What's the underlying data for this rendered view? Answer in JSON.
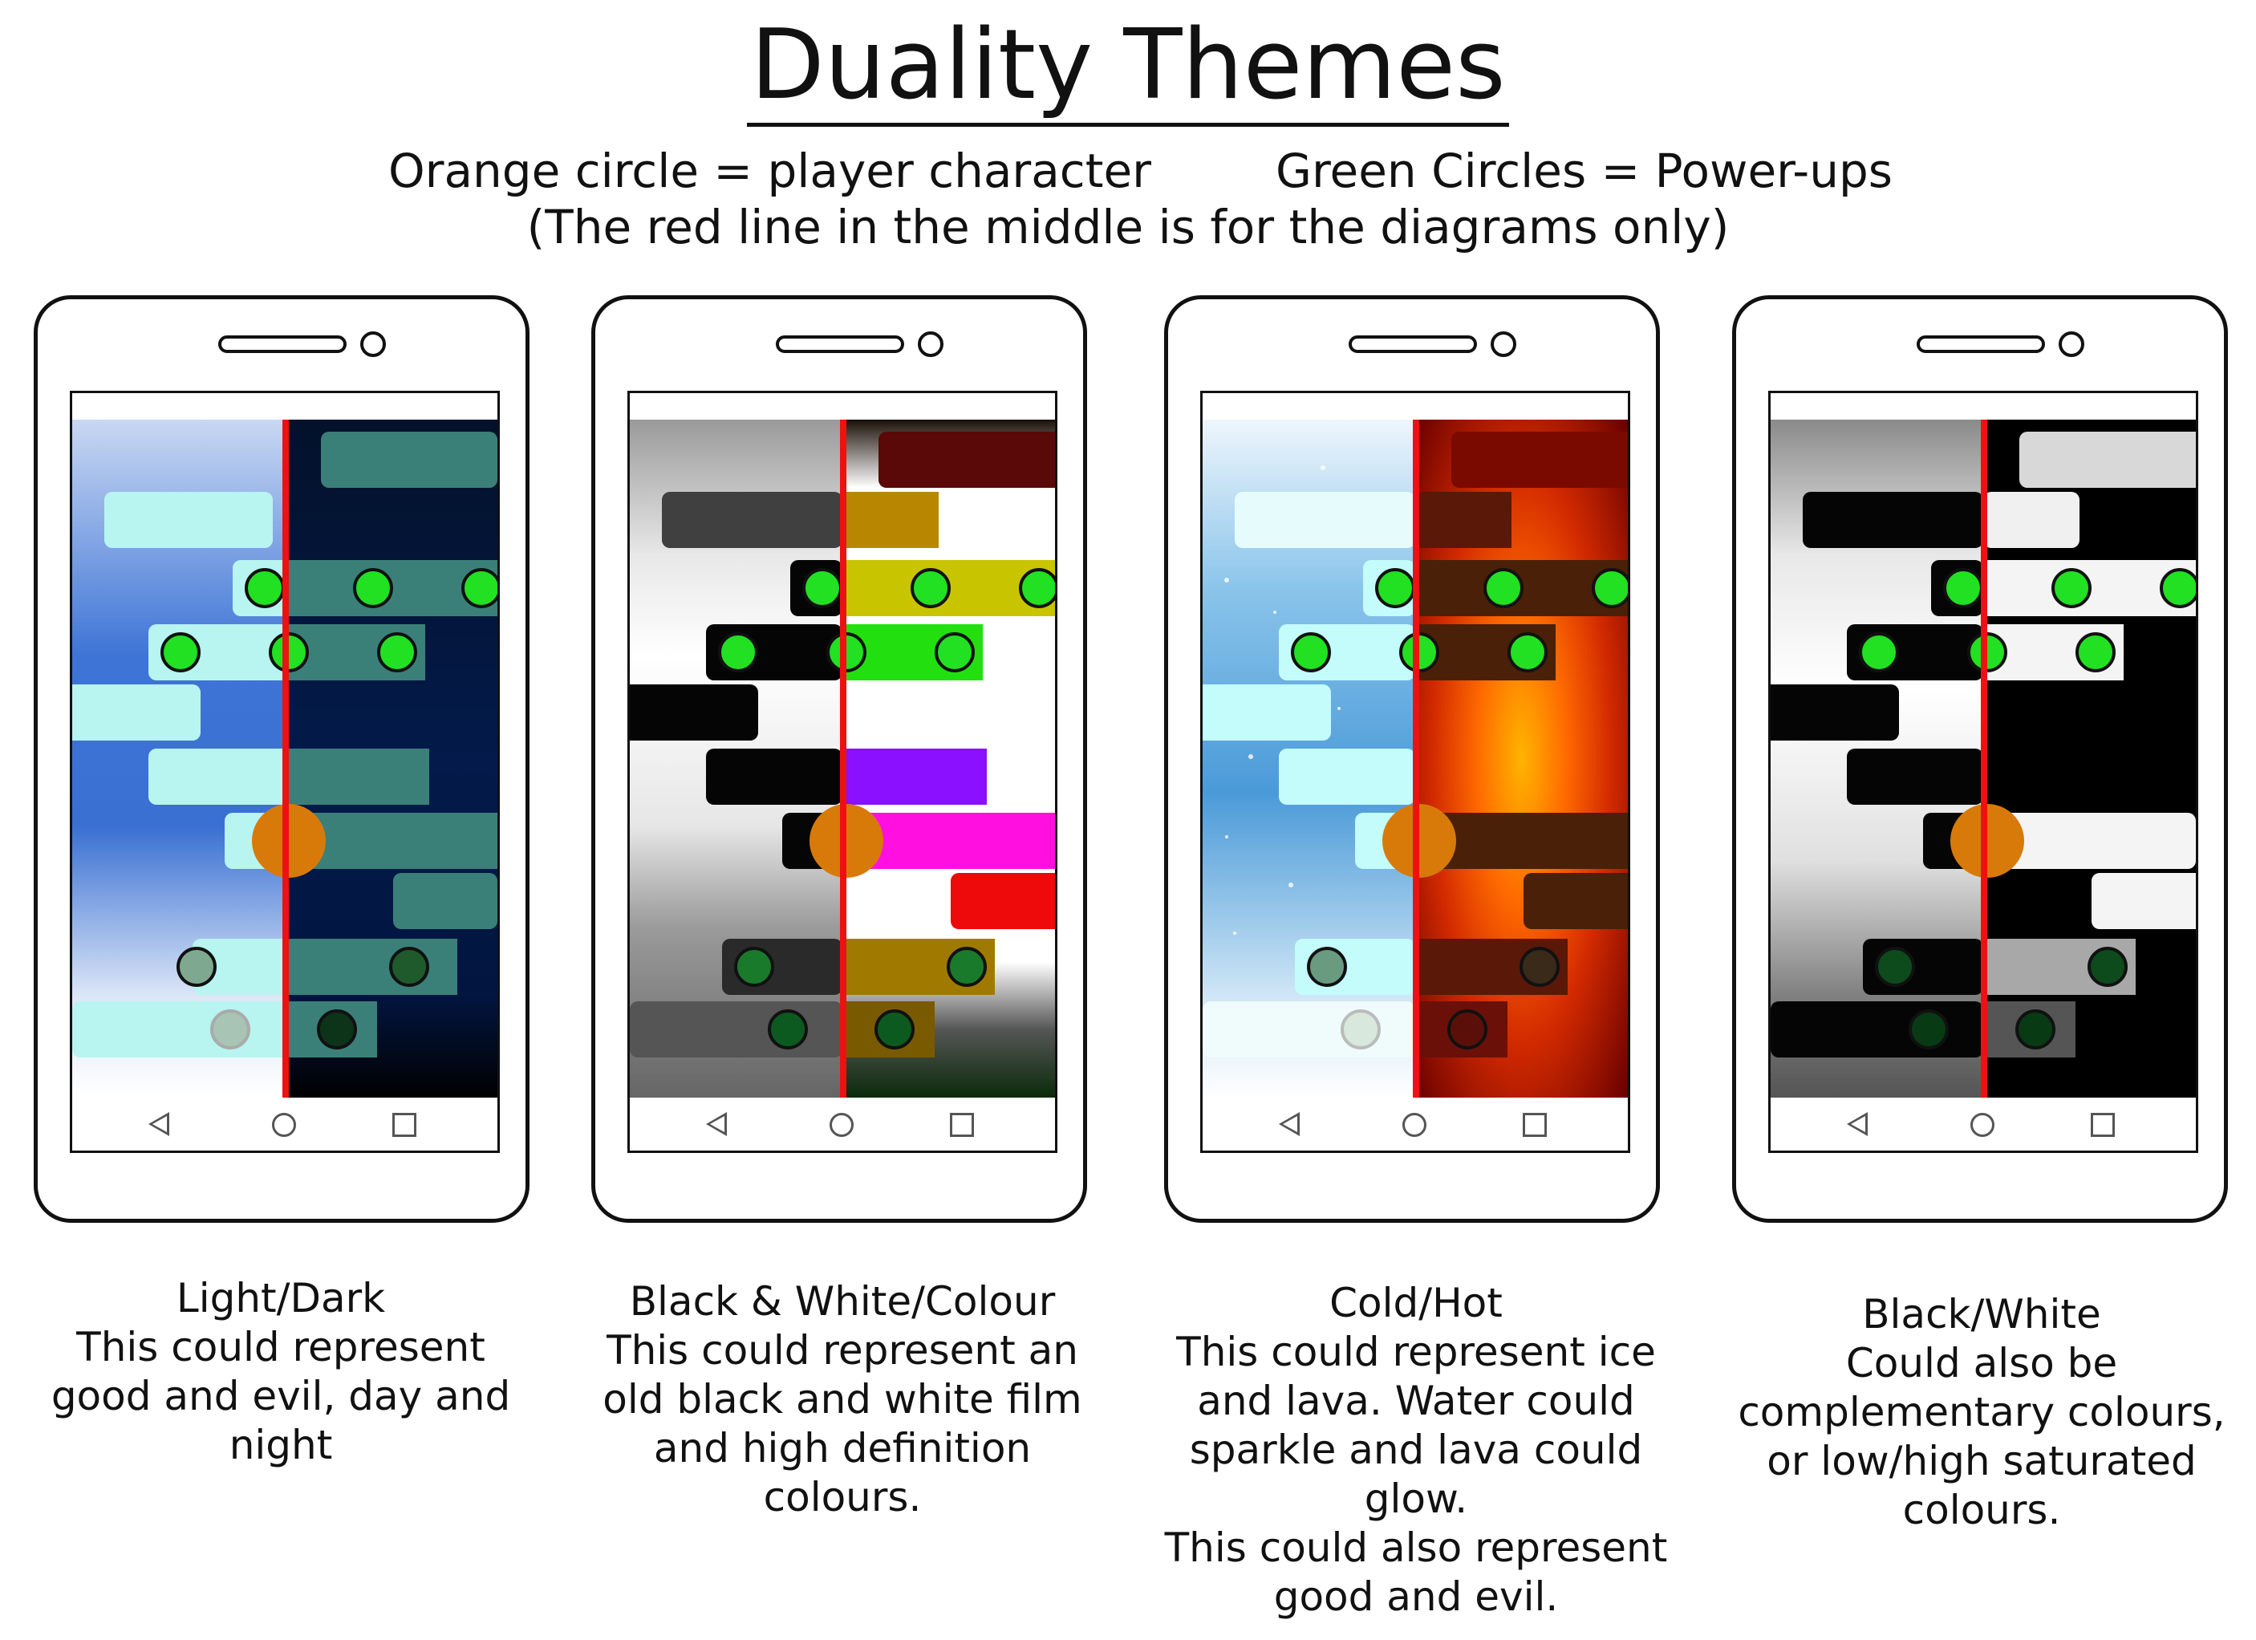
{
  "title": "Duality Themes",
  "subtitle": {
    "left": "Orange circle = player character",
    "right": "Green Circles = Power-ups",
    "note": "(The red line in the middle is for the diagrams only)"
  },
  "colors": {
    "player": "#d87a0a",
    "powerup": "#22e022",
    "divider": "#ee1111",
    "outline": "#111111"
  },
  "phones": [
    {
      "id": "light-dark",
      "caption": [
        "Light/Dark",
        "This could represent",
        "good and evil, day and",
        "night"
      ],
      "left_bg": "light-blue-gradient",
      "right_bg": "dark-navy",
      "left_block": "#b8f4f0",
      "right_block": "#3b8078"
    },
    {
      "id": "bw-colour",
      "caption": [
        "Black & White/Colour",
        "This could represent an",
        "old black and white film",
        "and high definition",
        "colours."
      ],
      "left_bg": "silver-gradient",
      "right_bg": "white",
      "left_block": "#050505",
      "right_block": "#c8b400"
    },
    {
      "id": "cold-hot",
      "caption": [
        "Cold/Hot",
        "This could represent ice",
        "and lava. Water could",
        "sparkle and lava could",
        "glow.",
        "This could also represent",
        "good and evil."
      ],
      "left_bg": "ice-sky",
      "right_bg": "lava",
      "left_block": "#c4fbfb",
      "right_block": "#4a2008"
    },
    {
      "id": "black-white",
      "caption": [
        "Black/White",
        "Could also be",
        "complementary colours,",
        "or low/high saturated",
        "colours."
      ],
      "left_bg": "silver-gradient",
      "right_bg": "black",
      "left_block": "#050505",
      "right_block": "#f4f4f4"
    }
  ]
}
